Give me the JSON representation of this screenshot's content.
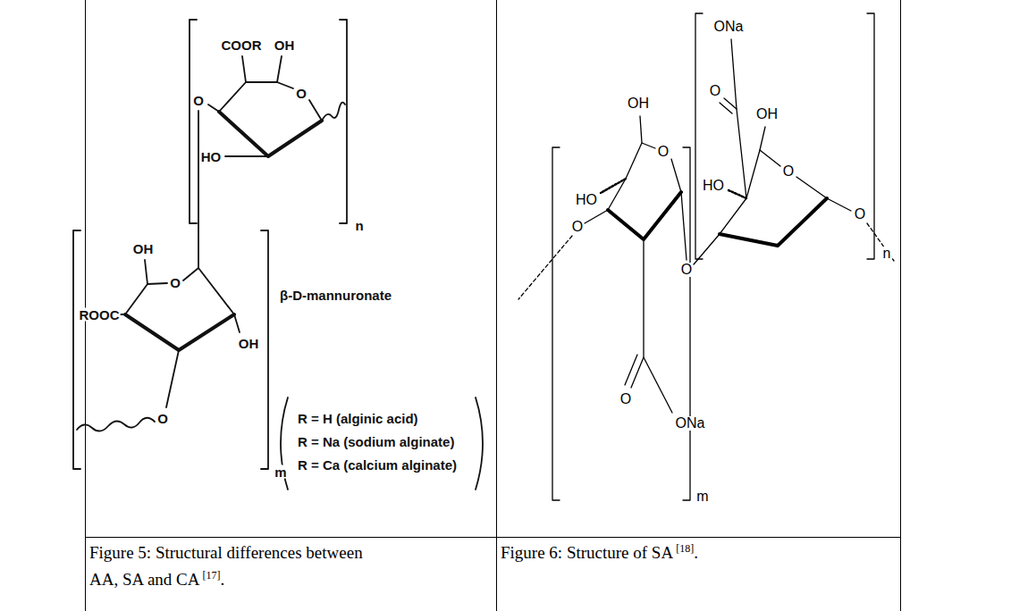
{
  "diagram": {
    "labels": [
      "COOR",
      "OH",
      "O",
      "HO",
      "O",
      "n",
      "OH",
      "O",
      "ROOC",
      "OH",
      "β-D-mannuronate",
      "O",
      "m",
      "R = H (alginic acid)",
      "R = Na (sodium alginate)",
      "R = Ca (calcium alginate)",
      "ONa",
      "O",
      "OH",
      "O",
      "HO",
      "O",
      "n",
      "OH",
      "O",
      "HO",
      "O",
      "O",
      "O",
      "ONa",
      "m",
      "Figure 5: Structural differences between AA, SA and CA",
      "[17]",
      ".",
      "Figure 6: Structure of SA",
      "[18]",
      "."
    ]
  }
}
